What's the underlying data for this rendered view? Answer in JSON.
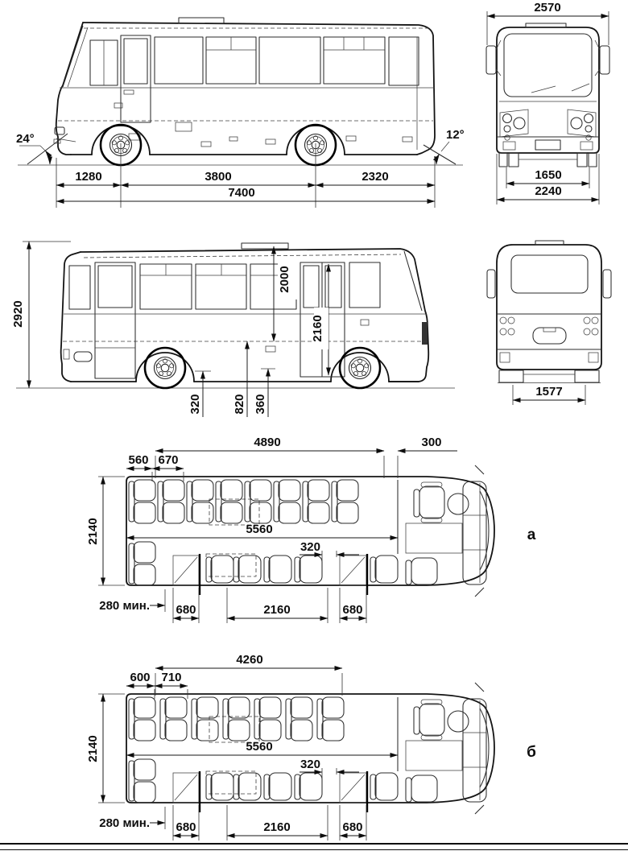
{
  "canvas": {
    "background": "#ffffff",
    "ink": "#141414"
  },
  "side_view_left": {
    "approach_angle": "24°",
    "departure_angle": "12°",
    "front_overhang": "1280",
    "wheelbase": "3800",
    "rear_overhang": "2320",
    "overall_length": "7400"
  },
  "front_view": {
    "width_over_mirrors": "2570",
    "front_track": "1650",
    "body_width": "2240"
  },
  "side_view_right": {
    "overall_height": "2920",
    "interior_height": "2000",
    "door_height": "2160",
    "front_step_height": "320",
    "floor_height": "820",
    "rear_step_height": "360"
  },
  "rear_view": {
    "rear_track": "1577"
  },
  "plan_a": {
    "label": "а",
    "seating_length": "4890",
    "partition_offset": "300",
    "first_pitch": "560",
    "seat_pitch": "670",
    "interior_width": "2140",
    "interior_length": "5560",
    "handrail_offset": "320",
    "rear_gap": "280 мин.",
    "front_door_width": "680",
    "between_doors": "2160",
    "rear_door_width": "680"
  },
  "plan_b": {
    "label": "б",
    "seating_length": "4260",
    "first_pitch": "600",
    "seat_pitch": "710",
    "interior_width": "2140",
    "interior_length": "5560",
    "handrail_offset": "320",
    "rear_gap": "280 мин.",
    "front_door_width": "680",
    "between_doors": "2160",
    "rear_door_width": "680"
  }
}
